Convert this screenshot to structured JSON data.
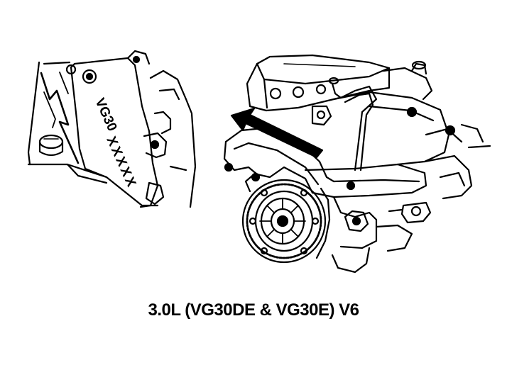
{
  "caption": "3.0L (VG30DE & VG30E) V6",
  "detail_view": {
    "stamp_model": "VG30",
    "stamp_serial": "XXXXX"
  },
  "colors": {
    "ink": "#000000",
    "paper": "#ffffff"
  }
}
